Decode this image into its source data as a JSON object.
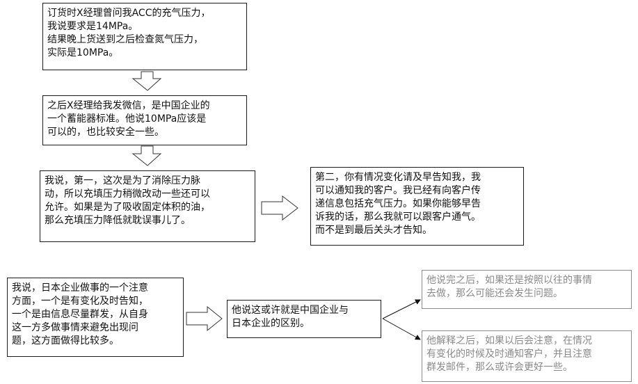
{
  "boxes": {
    "b1": "订货时X经理曾问我ACC的充气压力，\n我说要求是14MPa。\n结果晚上货送到之后检查氮气压力，\n实际是10MPa。",
    "b2": "之后X经理给我发微信，是中国企业的\n一个蓄能器标准。他说10MPa应该是\n可以的，也比较安全一些。",
    "b3": "我说，第一，这次是为了消除压力脉\n动，所以充填压力稍微改动一些还可以\n允许。如果是为了吸收固定体积的油，\n那么充填压力降低就耽误事儿了。",
    "b4": "第二，你有情况变化请及早告知我，我\n可以通知我的客户。我已经有向客户传\n递信息包括充气压力。如果你能够早告\n诉我的话，那么我就可以跟客户通气。\n而不是到最后关头才告知。",
    "b5": "我说，日本企业做事的一个注意\n方面，一个是有变化及时告知，\n一个是由信息尽量群发，从自身\n这一方多做事情来避免出现问\n题，这方面做得比较多。",
    "b6": "他说这或许就是中国企业与\n日本企业的区别。",
    "b7": "他说完之后，如果还是按照以往的事情\n去做，那么可能还会发生问题。",
    "b8": "他解释之后，如果以后会注意，在情况\n有变化的时候及时通知客户，并且注意\n群发邮件，那么或许会更好一些。"
  },
  "colors": {
    "border": "#1a1a1a",
    "muted": "#8a8a8a",
    "text": "#111111"
  }
}
